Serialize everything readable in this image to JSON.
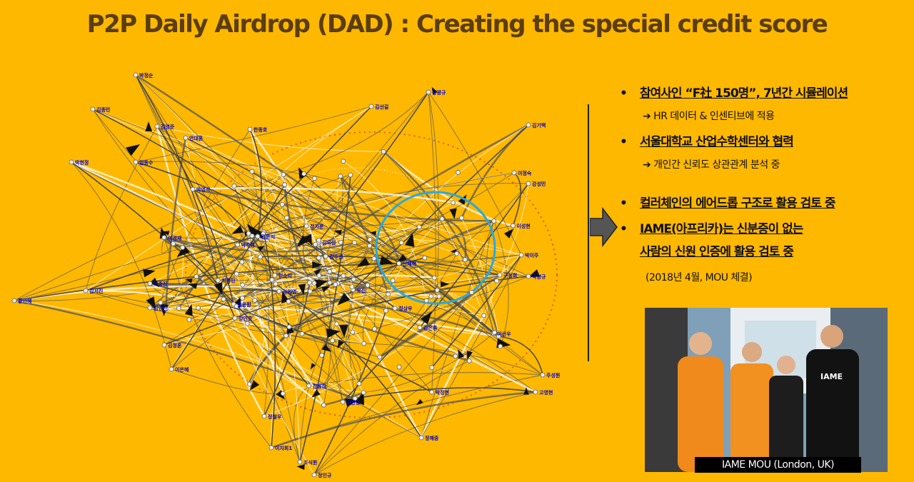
{
  "title": "P2P Daily Airdrop (DAD) : Creating the special credit score",
  "bullets": {
    "b1": "참여사인 “F社 150명”, 7년간 시뮬레이션",
    "b1_sub": "➔ HR 데이터 & 인센티브에 적용",
    "b2": "서울대학교 산업수학센터와 협력",
    "b2_sub": "➔ 개인간 신뢰도 상관관계 분석 중",
    "b3": "컬러체인의 에어드롭 구조로 활용 검토 중",
    "b4_line1": "IAME(아프리카)는 신분증이 없는",
    "b4_line2": "사람의 신원 인증에 활용 검토 중",
    "b4_sub": "(2018년 4월, MOU 체결)"
  },
  "photo": {
    "caption": "IAME MOU (London, UK)",
    "banner_text": "IAME"
  },
  "network": {
    "highlight_color": "#29a8e0",
    "ring_color": "#e05a2a",
    "labels": [
      "박정순",
      "김종민",
      "김영준",
      "안대훈",
      "한종호",
      "박현정",
      "임동수",
      "박영석",
      "왕광규",
      "김선길",
      "김기백",
      "이정숙",
      "강성민",
      "황안혜",
      "이경재",
      "김서진",
      "이종진",
      "김영빈",
      "구능희",
      "박이주",
      "박양규",
      "주성원",
      "고영현",
      "정혜중",
      "이지희1",
      "조식원",
      "정인규",
      "정철우",
      "김판영",
      "이은혜",
      "김정훈",
      "최경민",
      "정상우",
      "윤용원",
      "이선우",
      "김은지",
      "김동하",
      "김주연",
      "정소리",
      "김요섭",
      "박수정",
      "유진",
      "이성현",
      "김은종",
      "신재혁",
      "정인호",
      "정지훈",
      "박정현",
      "김민영"
    ]
  }
}
